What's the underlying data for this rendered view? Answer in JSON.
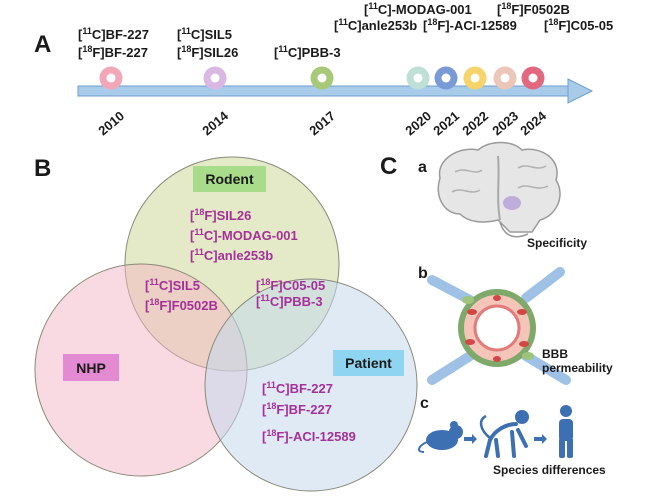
{
  "panels": {
    "a": "A",
    "b": "B",
    "c": "C"
  },
  "timeline": {
    "years": [
      "2010",
      "2014",
      "2017",
      "2020",
      "2021",
      "2022",
      "2023",
      "2024"
    ],
    "labels": {
      "y2010_line1": {
        "mass": "11",
        "rest": "C]BF-227"
      },
      "y2010_line2": {
        "mass": "18",
        "rest": "F]BF-227"
      },
      "y2014_line1": {
        "mass": "11",
        "rest": "C]SIL5"
      },
      "y2014_line2": {
        "mass": "18",
        "rest": "F]SIL26"
      },
      "y2017": {
        "mass": "11",
        "rest": "C]PBB-3"
      },
      "y2020": {
        "mass": "11",
        "rest": "C]anle253b"
      },
      "y2021": {
        "mass": "11",
        "rest": "C]-MODAG-001"
      },
      "y2022": {
        "mass": "18",
        "rest": "F]-ACI-12589"
      },
      "y2023": {
        "mass": "18",
        "rest": "F]F0502B"
      },
      "y2024": {
        "mass": "18",
        "rest": "F]C05-05"
      }
    },
    "colors": {
      "y2010": "#f2a7b8",
      "y2014": "#d9b8e4",
      "y2017": "#a9c97a",
      "y2020": "#bfe0d6",
      "y2021": "#7a9ad6",
      "y2022": "#f6d46a",
      "y2023": "#ecc6b8",
      "y2024": "#e2677f"
    }
  },
  "venn": {
    "rodent_label": "Rodent",
    "nhp_label": "NHP",
    "patient_label": "Patient",
    "rodent_only": [
      {
        "mass": "18",
        "rest": "F]SIL26"
      },
      {
        "mass": "11",
        "rest": "C]-MODAG-001"
      },
      {
        "mass": "11",
        "rest": "C]anle253b"
      }
    ],
    "rodent_nhp": [
      {
        "mass": "11",
        "rest": "C]SIL5"
      },
      {
        "mass": "18",
        "rest": "F]F0502B"
      }
    ],
    "rodent_patient": [
      {
        "mass": "18",
        "rest": "F]C05-05"
      },
      {
        "mass": "11",
        "rest": "C]PBB-3"
      }
    ],
    "nhp_patient": [
      {
        "mass": "11",
        "rest": "C]BF-227"
      },
      {
        "mass": "18",
        "rest": "F]BF-227"
      },
      {
        "mass": "18",
        "rest": "F]-ACI-12589"
      }
    ],
    "colors": {
      "rodent": "#c9d68f",
      "nhp": "#f4b6c6",
      "patient": "#c4d8ec",
      "rodent_tag": "#a8dc8a",
      "nhp_tag": "#e48ad2",
      "patient_tag": "#8fd4f0",
      "text": "#a5309a"
    }
  },
  "panel_c": {
    "a_letter": "a",
    "a_caption": "Specificity",
    "b_letter": "b",
    "b_caption_1": "BBB",
    "b_caption_2": "permeability",
    "c_letter": "c",
    "c_caption": "Species differences",
    "icons": [
      "brain-icon",
      "blood-vessel-icon",
      "mouse-icon",
      "monkey-icon",
      "human-icon"
    ]
  }
}
